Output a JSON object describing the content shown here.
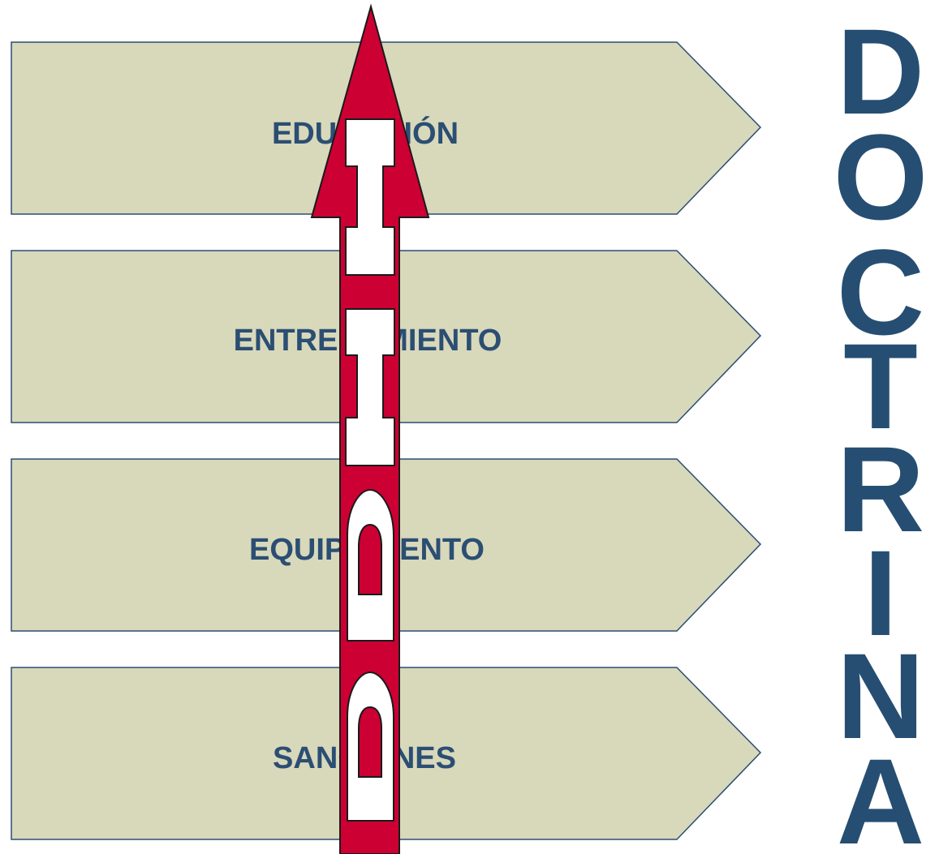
{
  "colors": {
    "pentagon_fill": "#d8d8bb",
    "pentagon_stroke": "#2b4e73",
    "label_text": "#2b4e73",
    "arrow_fill": "#cc0033",
    "arrow_stroke": "#1a1a1a",
    "letter_fill": "#ffffff",
    "vertical_word": "#264e72"
  },
  "steps": [
    {
      "label": "EDUCACIÓN"
    },
    {
      "label": "ENTRENAMIENTO"
    },
    {
      "label": "EQUIPAMIENTO"
    },
    {
      "label": "SANCIONES"
    }
  ],
  "arrow_letters": [
    "I",
    "I",
    "D",
    "D"
  ],
  "vertical_word": {
    "letters": [
      "D",
      "O",
      "C",
      "T",
      "R",
      "I",
      "N",
      "A"
    ]
  }
}
